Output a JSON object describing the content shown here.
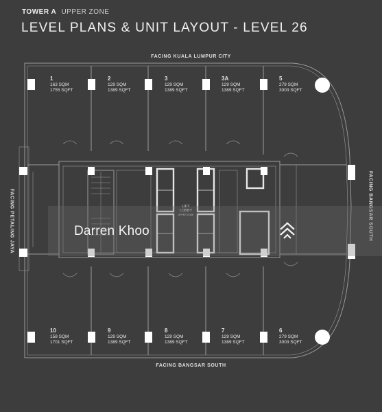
{
  "header": {
    "tower": "TOWER A",
    "zone": "UPPER ZONE",
    "title": "LEVEL PLANS & UNIT LAYOUT - LEVEL 26"
  },
  "facing": {
    "top": "FACING KUALA LUMPUR CITY",
    "bottom": "FACING BANGSAR SOUTH",
    "left": "FACING PETALING JAYA",
    "right": "FACING BANGSAR SOUTH"
  },
  "units_top": [
    {
      "id": "1",
      "sqm": "163 SQM",
      "sqft": "1755 SQFT"
    },
    {
      "id": "2",
      "sqm": "129 SQM",
      "sqft": "1389 SQFT"
    },
    {
      "id": "3",
      "sqm": "129 SQM",
      "sqft": "1389 SQFT"
    },
    {
      "id": "3A",
      "sqm": "129 SQM",
      "sqft": "1389 SQFT"
    },
    {
      "id": "5",
      "sqm": "279 SQM",
      "sqft": "3003 SQFT"
    }
  ],
  "units_bottom": [
    {
      "id": "10",
      "sqm": "158 SQM",
      "sqft": "1701 SQFT"
    },
    {
      "id": "9",
      "sqm": "129 SQM",
      "sqft": "1389 SQFT"
    },
    {
      "id": "8",
      "sqm": "129 SQM",
      "sqft": "1389 SQFT"
    },
    {
      "id": "7",
      "sqm": "129 SQM",
      "sqft": "1389 SQFT"
    },
    {
      "id": "6",
      "sqm": "279 SQM",
      "sqft": "3003 SQFT"
    }
  ],
  "core": {
    "lift_label": "LIFT",
    "lobby_label": "LOBBY",
    "lobby_sub": "UPPER ZONE"
  },
  "watermark": {
    "text": "Darren Khoo",
    "logo_icon": "chevron-stack-icon"
  },
  "colors": {
    "background": "#3d3d3d",
    "lines": "#9a9a9a",
    "core_lines": "#e8e8e8",
    "text": "#e8e8e8"
  }
}
